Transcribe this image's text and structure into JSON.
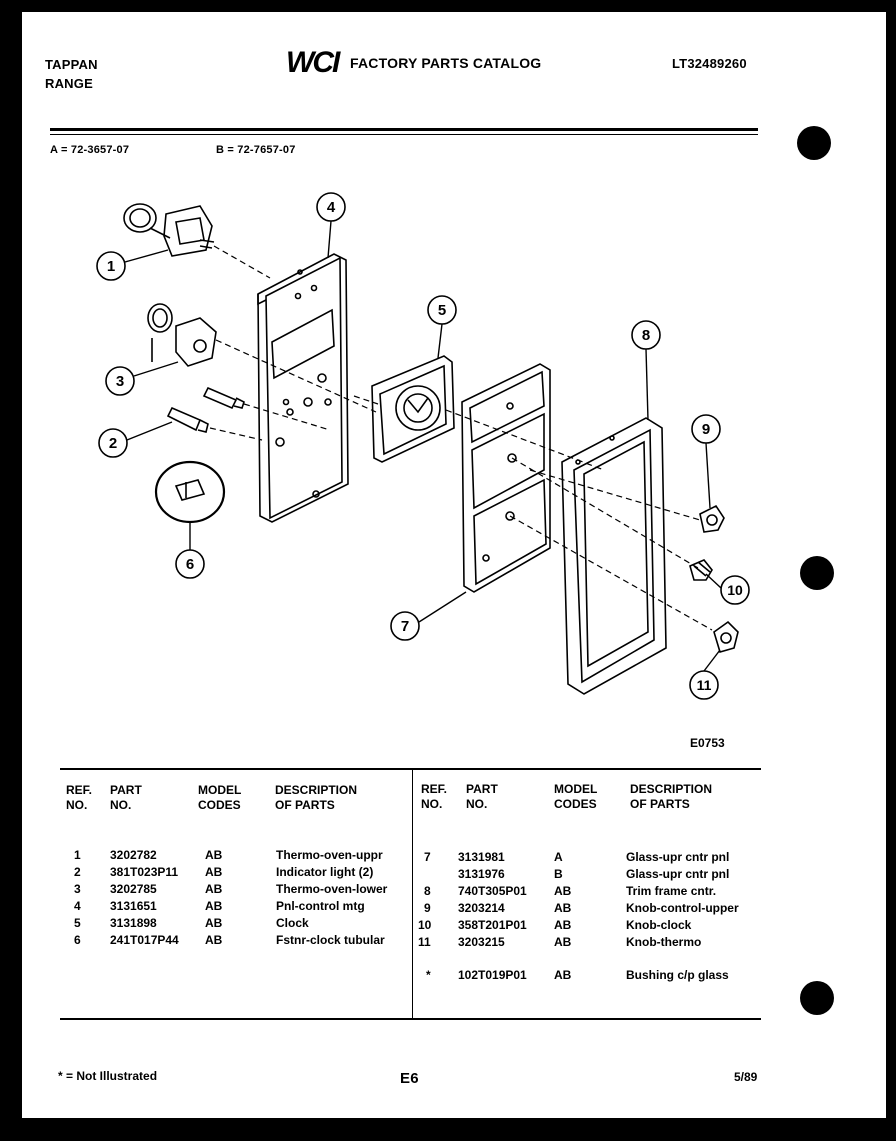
{
  "header": {
    "brand_line1": "TAPPAN",
    "brand_line2": "RANGE",
    "logo_text": "WCI",
    "catalog_title": "FACTORY PARTS CATALOG",
    "catalog_number": "LT32489260"
  },
  "models": {
    "a": "A = 72-3657-07",
    "b": "B = 72-7657-07"
  },
  "diagram": {
    "callouts": [
      "1",
      "2",
      "3",
      "4",
      "5",
      "6",
      "7",
      "8",
      "9",
      "10",
      "11"
    ],
    "drawing_id": "E0753"
  },
  "table": {
    "headers_left": {
      "ref": "REF.\nNO.",
      "part": "PART\nNO.",
      "model": "MODEL\nCODES",
      "desc": "DESCRIPTION\nOF PARTS"
    },
    "headers_right": {
      "ref": "REF.\nNO.",
      "part": "PART\nNO.",
      "model": "MODEL\nCODES",
      "desc": "DESCRIPTION\nOF PARTS"
    },
    "left_rows": [
      {
        "ref": "1",
        "part": "3202782",
        "model": "AB",
        "desc": "Thermo-oven-uppr"
      },
      {
        "ref": "2",
        "part": "381T023P11",
        "model": "AB",
        "desc": "Indicator light (2)"
      },
      {
        "ref": "3",
        "part": "3202785",
        "model": "AB",
        "desc": "Thermo-oven-lower"
      },
      {
        "ref": "4",
        "part": "3131651",
        "model": "AB",
        "desc": "Pnl-control mtg"
      },
      {
        "ref": "5",
        "part": "3131898",
        "model": "AB",
        "desc": "Clock"
      },
      {
        "ref": "6",
        "part": "241T017P44",
        "model": "AB",
        "desc": "Fstnr-clock tubular"
      }
    ],
    "right_rows": [
      {
        "ref": "7",
        "part": "3131981",
        "model": "A",
        "desc": "Glass-upr cntr pnl"
      },
      {
        "ref": "",
        "part": "3131976",
        "model": "B",
        "desc": "Glass-upr cntr pnl"
      },
      {
        "ref": "8",
        "part": "740T305P01",
        "model": "AB",
        "desc": "Trim frame cntr."
      },
      {
        "ref": "9",
        "part": "3203214",
        "model": "AB",
        "desc": "Knob-control-upper"
      },
      {
        "ref": "10",
        "part": "358T201P01",
        "model": "AB",
        "desc": "Knob-clock"
      },
      {
        "ref": "11",
        "part": "3203215",
        "model": "AB",
        "desc": "Knob-thermo"
      },
      {
        "ref": "*",
        "part": "102T019P01",
        "model": "AB",
        "desc": "Bushing c/p glass"
      }
    ]
  },
  "footer": {
    "legend": "* = Not Illustrated",
    "page": "E6",
    "date": "5/89"
  }
}
